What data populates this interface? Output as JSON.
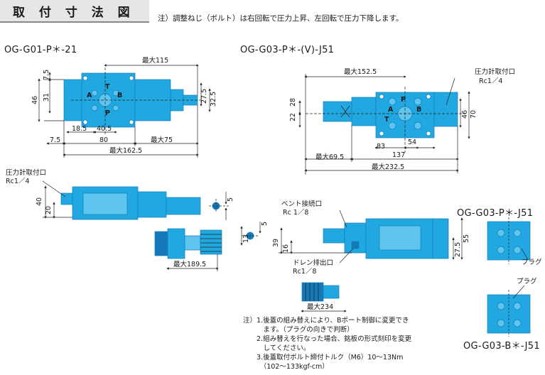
{
  "title": "取 付 寸 法 図",
  "header_note": "注）調整ねじ（ボルト）は右回転で圧力上昇、左回転で圧力下降します。",
  "models": {
    "g01": "OG-G01-P＊-21",
    "g03v": "OG-G03-P＊-(V)-J51",
    "g03p": "OG-G03-P＊-J51",
    "g03b": "OG-G03-B＊-J51"
  },
  "dims_g01": {
    "d115": "最大115",
    "d7_5a": "7.5",
    "d46": "46",
    "d31": "31",
    "d27_5": "27.5",
    "d32_5": "32.5",
    "d18_5": "18.5",
    "d40_5": "40.5",
    "d7_5b": "7.5",
    "d80": "80",
    "d75": "最大75",
    "d162_5": "最大162.5",
    "port_a": "A",
    "port_b": "B",
    "port_t": "T",
    "port_p": "P"
  },
  "dims_g01_side": {
    "gauge_label": "圧力計取付口",
    "gauge_thread": "Rc1／4",
    "d40": "40",
    "d20": "20",
    "d5": "5",
    "d189_5": "最大189.5"
  },
  "dims_g03": {
    "d152_5": "最大152.5",
    "gauge_label": "圧力計取付口",
    "gauge_thread": "Rc1／4",
    "d22": "22",
    "d28": "28",
    "d46": "46",
    "d70": "70",
    "d83": "83",
    "d54": "54",
    "d137": "137",
    "d69_5": "最大69.5",
    "d232_5": "最大232.5",
    "port_a": "A",
    "port_b": "B",
    "port_t": "T",
    "port_p": "P"
  },
  "dims_g03_side": {
    "vent_label": "ベント接続口",
    "vent_thread": "Rc 1／8",
    "drain_label": "ドレン排出口",
    "drain_thread": "Rc1／8",
    "d5": "5",
    "d13": "13",
    "d39": "39",
    "d16": "16",
    "d55": "55",
    "d27_5": "27.5",
    "d234": "最大234"
  },
  "plug_labels": {
    "p1": "プラグ",
    "p2": "プラグ"
  },
  "notes": [
    "注）1.後蓋の組み替えにより、Bポート制御に変更でき",
    "　　　ます。（プラグの向きで判断）",
    "　　2.組み替えを行なった場合、銘板の形式刻印を変更",
    "　　　してください。",
    "　　3.後蓋取付ボルト締付トルク（M6）10～13Nm",
    "　　　（102～133kgf-cm）"
  ],
  "colors": {
    "body": "#22a8e0",
    "body_dark": "#1479b8",
    "body_light": "#5ec6ee",
    "line": "#222222"
  }
}
